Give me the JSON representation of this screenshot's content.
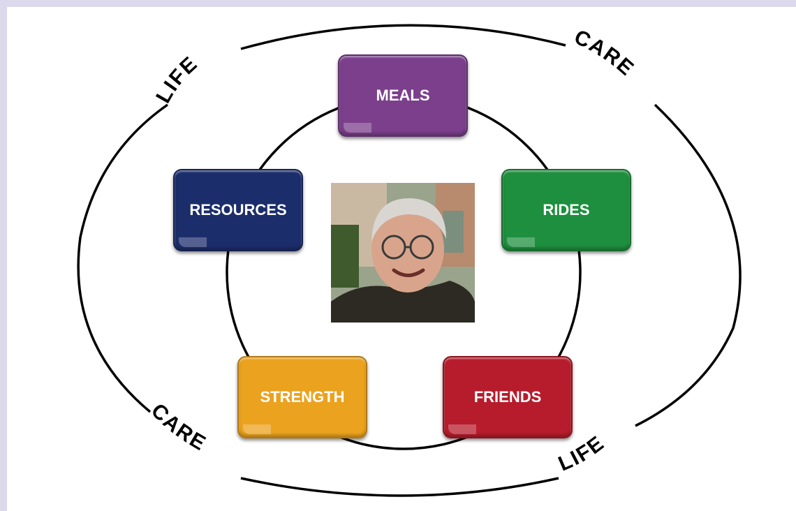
{
  "ring_words": {
    "top_left": "LIFE",
    "top_right": "CARE",
    "bottom_left": "CARE",
    "bottom_right": "LIFE"
  },
  "services": [
    {
      "label": "MEALS",
      "color": "#7b3f8c"
    },
    {
      "label": "RIDES",
      "color": "#1e8f3e"
    },
    {
      "label": "FRIENDS",
      "color": "#b71c2c"
    },
    {
      "label": "STRENGTH",
      "color": "#eba21e"
    },
    {
      "label": "RESOURCES",
      "color": "#1c2d6b"
    }
  ],
  "center_image": {
    "subject": "smiling elderly man with glasses"
  }
}
